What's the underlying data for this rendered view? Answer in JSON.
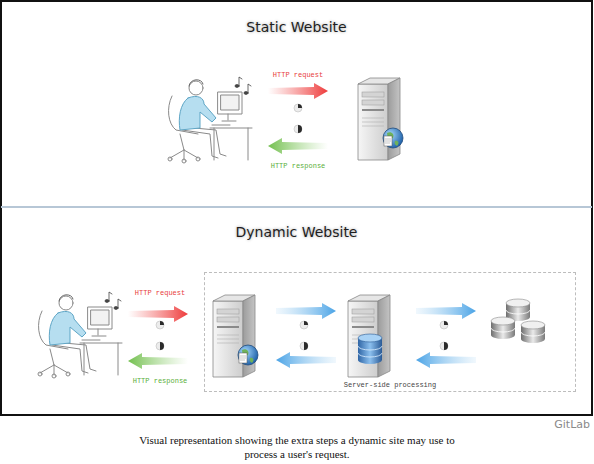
{
  "diagram": {
    "caption": "Visual representation showing the extra steps a dynamic site may use to process a user's request.",
    "nodes": [
      {
        "text": [
          "Static Website"
        ]
      },
      {
        "text": [
          "Dynamic Website"
        ]
      },
      {
        "text": [
          "Server-side processing"
        ],
        "in": 1
      }
    ],
    "labels": [
      "HTTP request",
      "HTTP response",
      "HTTP request",
      "HTTP response",
      "GitLab"
    ]
  }
}
